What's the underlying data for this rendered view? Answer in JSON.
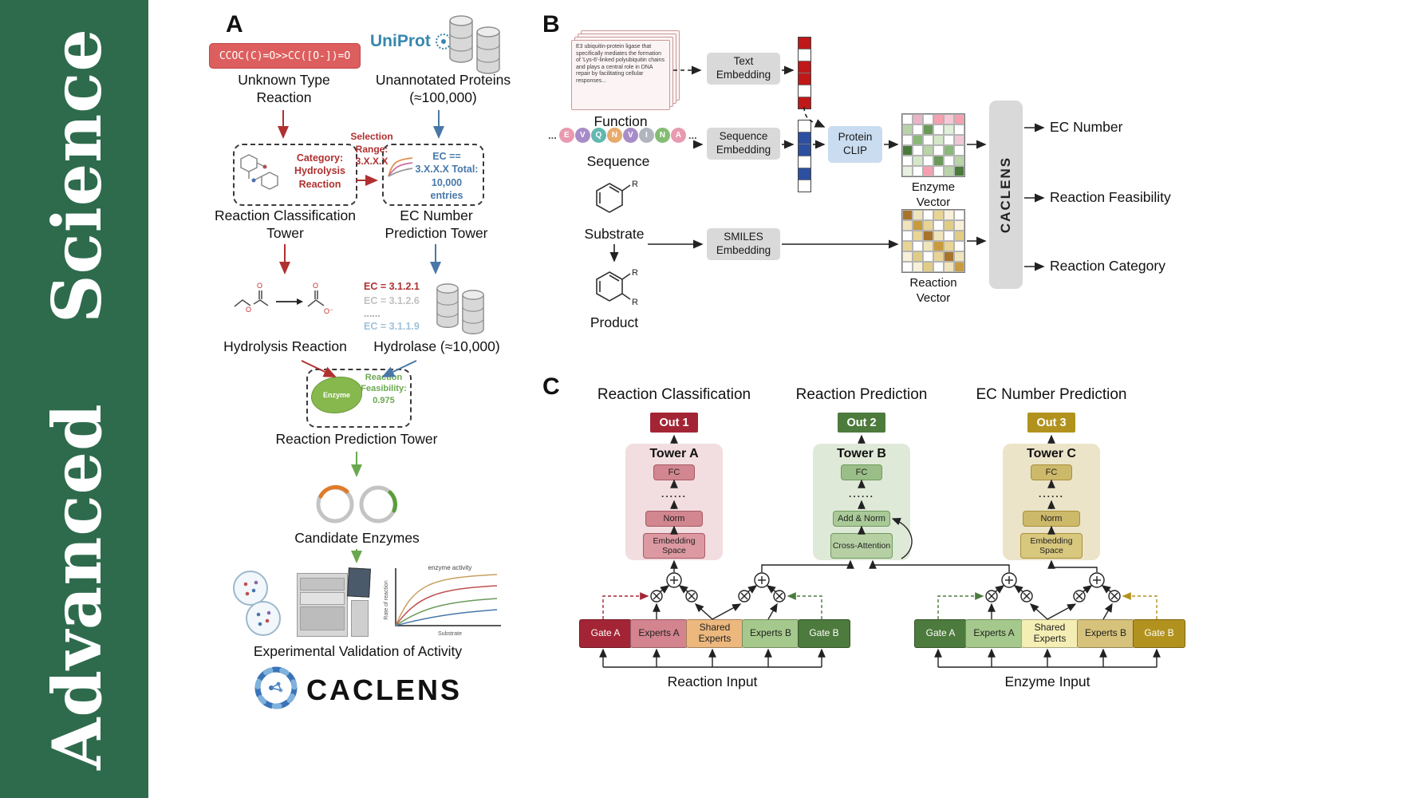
{
  "journal": {
    "name": "Advanced Science",
    "brand_color": "#2e6b4c"
  },
  "colors": {
    "red_accent": "#b03030",
    "blue_accent": "#4878a8",
    "green_accent": "#6aa84f",
    "uniprot_blue": "#3887ad",
    "smiles_box": "#dd5e5e",
    "embedding_box": "#d9d9d9",
    "protein_clip_box": "#c9dcf0",
    "out1": "#a32535",
    "out2": "#4d7a3d",
    "out3": "#b2921e",
    "tower_a_bg": "#f2dde0",
    "tower_b_bg": "#dfe9d8",
    "tower_c_bg": "#ece4c8"
  },
  "panelA": {
    "label": "A",
    "smiles_reaction": "CCOC(C)=O>>CC([O-])=O",
    "unknown_reaction_label": "Unknown Type Reaction",
    "uniprot_label": "UniProt",
    "unannotated_label": "Unannotated Proteins (≈100,000)",
    "category_note": "Category: Hydrolysis Reaction",
    "selection_note": "Selection Range: 3.X.X.X",
    "ec_filter_note": "EC == 3.X.X.X Total: 10,000 entries",
    "classification_tower_label": "Reaction Classification Tower",
    "ec_tower_label": "EC Number Prediction Tower",
    "ec_list": [
      "EC = 3.1.2.1",
      "EC = 3.1.2.6",
      "......",
      "EC = 3.1.1.9"
    ],
    "hydrolysis_label": "Hydrolysis Reaction",
    "hydrolase_label": "Hydrolase (≈10,000)",
    "enzyme_blob_label": "Enzyme",
    "feasibility_note": "Reaction Feasibility: 0.975",
    "prediction_tower_label": "Reaction Prediction Tower",
    "candidate_label": "Candidate Enzymes",
    "validation_label": "Experimental Validation of Activity",
    "brand": "CACLENS",
    "molecule_atoms": {
      "o1": "O",
      "o2": "O",
      "o3": "O",
      "o_minus": "O⁻"
    },
    "activity_plot": {
      "title": "enzyme activity",
      "xlabel": "Substrate",
      "ylabel": "Rate of reaction"
    }
  },
  "panelB": {
    "label": "B",
    "function_card_text": "E3 ubiquitin-protein ligase that specifically mediates the formation of 'Lys-6'-linked polyubiquitin chains and plays a central role in DNA repair by facilitating cellular responses...",
    "function_label": "Function",
    "text_embedding_label": "Text Embedding",
    "sequence_label": "Sequence",
    "sequence_embedding_label": "Sequence Embedding",
    "protein_clip_label": "Protein CLIP",
    "enzyme_vector_label": "Enzyme Vector",
    "substrate_label": "Substrate",
    "product_label": "Product",
    "r_label": "R",
    "smiles_embedding_label": "SMILES Embedding",
    "reaction_vector_label": "Reaction Vector",
    "caclens_label": "CACLENS",
    "ellipsis": "...",
    "outputs": [
      "EC Number",
      "Reaction Feasibility",
      "Reaction Category"
    ],
    "sequence_letters": [
      "E",
      "V",
      "Q",
      "N",
      "V",
      "I",
      "N",
      "A"
    ],
    "sequence_colors": [
      "#e89ab0",
      "#a88cc8",
      "#62b8b0",
      "#e8aa6a",
      "#a88cc8",
      "#b0b4bc",
      "#84bc74",
      "#e89ab0"
    ],
    "text_vector": [
      "#c01818",
      "#ffffff",
      "#c01818",
      "#c01818",
      "#ffffff",
      "#c01818"
    ],
    "sequence_vector": [
      "#ffffff",
      "#2c4fa0",
      "#2c4fa0",
      "#ffffff",
      "#2c4fa0",
      "#ffffff"
    ],
    "enzyme_vector_grid": [
      [
        "#ffffff",
        "#e8b4c8",
        "#ffffff",
        "#f4a0b0",
        "#f8c8d4",
        "#f4a0b0"
      ],
      [
        "#b8d4a8",
        "#ffffff",
        "#6a9a5a",
        "#ffffff",
        "#e0f0d8",
        "#ffffff"
      ],
      [
        "#ffffff",
        "#8ab878",
        "#ffffff",
        "#d4e8c8",
        "#ffffff",
        "#f0c8d4"
      ],
      [
        "#4a7a3a",
        "#ffffff",
        "#b8d4a8",
        "#ffffff",
        "#8ab878",
        "#ffffff"
      ],
      [
        "#ffffff",
        "#d4e8c8",
        "#ffffff",
        "#6a9a5a",
        "#ffffff",
        "#b8d4a8"
      ],
      [
        "#e8f0e0",
        "#ffffff",
        "#f4a0b0",
        "#ffffff",
        "#b8d4a8",
        "#4a7a3a"
      ]
    ],
    "reaction_vector_grid": [
      [
        "#a8742c",
        "#f0e4bc",
        "#ffffff",
        "#e8d494",
        "#f8f0d8",
        "#ffffff"
      ],
      [
        "#f0e4bc",
        "#c89c3c",
        "#e8d494",
        "#ffffff",
        "#e0cc84",
        "#f8f0d8"
      ],
      [
        "#ffffff",
        "#e8d494",
        "#a8742c",
        "#f0e4bc",
        "#ffffff",
        "#e0cc84"
      ],
      [
        "#e8d494",
        "#ffffff",
        "#f0e4bc",
        "#c89c3c",
        "#e8d494",
        "#ffffff"
      ],
      [
        "#f8f0d8",
        "#e0cc84",
        "#ffffff",
        "#e8d494",
        "#a8742c",
        "#f0e4bc"
      ],
      [
        "#ffffff",
        "#f8f0d8",
        "#e0cc84",
        "#ffffff",
        "#f0e4bc",
        "#c89c3c"
      ]
    ]
  },
  "panelC": {
    "label": "C",
    "columns": [
      {
        "title": "Reaction Classification",
        "out": "Out 1",
        "tower": "Tower A",
        "layers": {
          "top": "FC",
          "dots": "......",
          "mid": "Norm",
          "bottom": "Embedding Space"
        }
      },
      {
        "title": "Reaction Prediction",
        "out": "Out 2",
        "tower": "Tower B",
        "layers": {
          "top": "FC",
          "dots": "......",
          "mid": "Add & Norm",
          "bottom": "Cross-Attention"
        }
      },
      {
        "title": "EC Number Prediction",
        "out": "Out 3",
        "tower": "Tower C",
        "layers": {
          "top": "FC",
          "dots": "......",
          "mid": "Norm",
          "bottom": "Embedding Space"
        }
      }
    ],
    "groups": [
      {
        "gate_a": "Gate A",
        "experts_a": "Experts A",
        "shared": "Shared Experts",
        "experts_b": "Experts B",
        "gate_b": "Gate B",
        "input_label": "Reaction Input",
        "colors": [
          "#a32535",
          "#d4848e",
          "#ecb87e",
          "#a5c98c",
          "#4d7a3d"
        ]
      },
      {
        "gate_a": "Gate A",
        "experts_a": "Experts A",
        "shared": "Shared Experts",
        "experts_b": "Experts B",
        "gate_b": "Gate B",
        "input_label": "Enzyme Input",
        "colors": [
          "#4d7a3d",
          "#a5c98c",
          "#f5eeb4",
          "#d6c27b",
          "#b2921e"
        ]
      }
    ]
  }
}
